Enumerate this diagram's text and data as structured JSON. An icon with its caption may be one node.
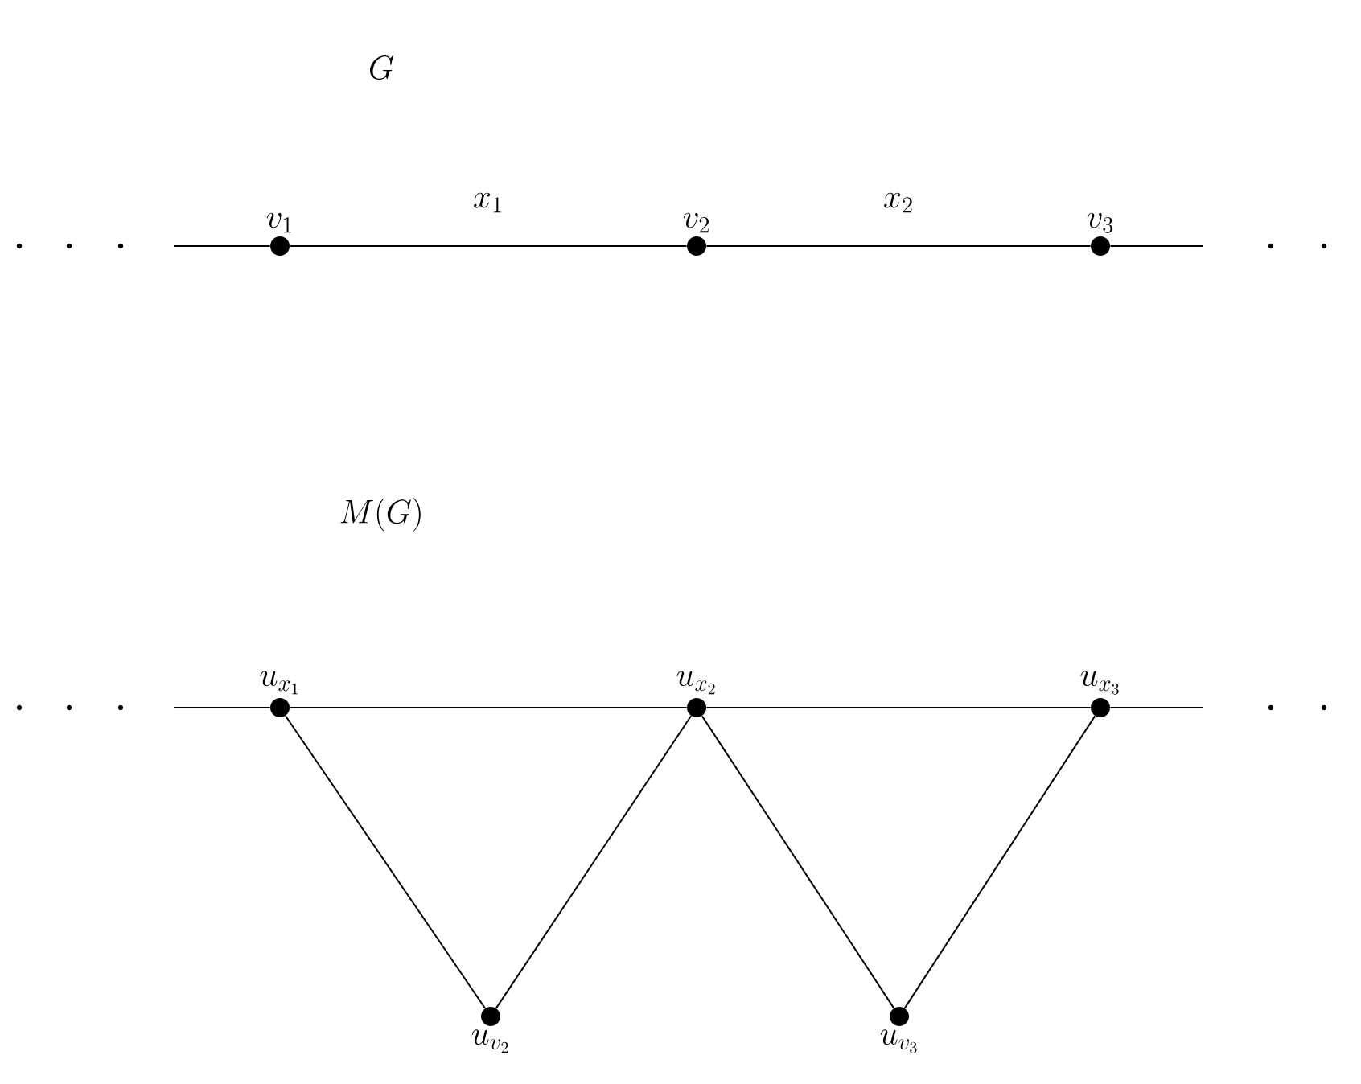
{
  "diagram": {
    "nodes": [
      {
        "text": [
          "v_1"
        ]
      },
      {
        "text": [
          "v_2"
        ]
      },
      {
        "text": [
          "v_3"
        ]
      },
      {
        "text": [
          "u_{x_1}"
        ]
      },
      {
        "text": [
          "u_{x_2}"
        ]
      },
      {
        "text": [
          "u_{x_3}"
        ]
      },
      {
        "text": [
          "u_{v_2}"
        ]
      },
      {
        "text": [
          "u_{v_3}"
        ]
      }
    ],
    "edges": [
      {
        "from": null,
        "to": 0,
        "arrow": "none"
      },
      {
        "from": 0,
        "to": 1,
        "arrow": "none",
        "label": "x_1"
      },
      {
        "from": 1,
        "to": 2,
        "arrow": "none",
        "label": "x_2"
      },
      {
        "from": 2,
        "to": null,
        "arrow": "none"
      },
      {
        "from": null,
        "to": 3,
        "arrow": "none"
      },
      {
        "from": 3,
        "to": 4,
        "arrow": "none"
      },
      {
        "from": 4,
        "to": 5,
        "arrow": "none"
      },
      {
        "from": 5,
        "to": null,
        "arrow": "none"
      },
      {
        "from": 3,
        "to": 6,
        "arrow": "none"
      },
      {
        "from": 6,
        "to": 4,
        "arrow": "none"
      },
      {
        "from": 4,
        "to": 7,
        "arrow": "none"
      },
      {
        "from": 7,
        "to": 5,
        "arrow": "none"
      }
    ],
    "labels": [
      "G",
      "M(G)"
    ]
  }
}
